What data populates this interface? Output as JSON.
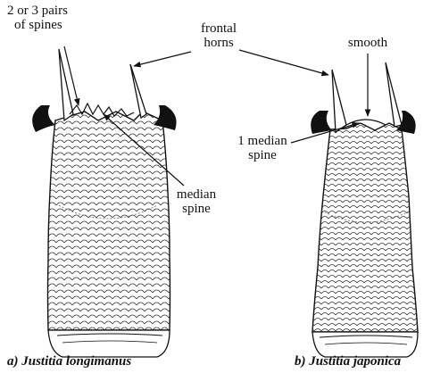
{
  "labels": {
    "pairs_line1": "2 or 3 pairs",
    "pairs_line2": "of spines",
    "frontal_line1": "frontal",
    "frontal_line2": "horns",
    "smooth": "smooth",
    "median_a_line1": "median",
    "median_a_line2": "spine",
    "median_b_line1": "1 median",
    "median_b_line2": "spine"
  },
  "captions": {
    "a": "a) Justitia longimanus",
    "b": "b) Justitia japonica"
  }
}
